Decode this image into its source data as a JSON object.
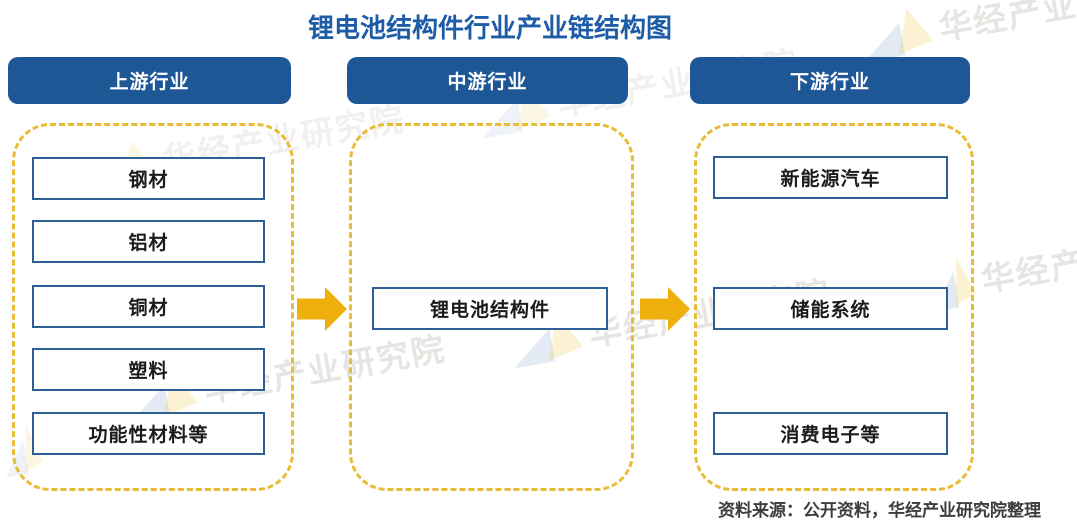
{
  "title": "锂电池结构件行业产业链结构图",
  "columns": {
    "upstream": {
      "header": "上游行业",
      "items": [
        "钢材",
        "铝材",
        "铜材",
        "塑料",
        "功能性材料等"
      ]
    },
    "midstream": {
      "header": "中游行业",
      "items": [
        "锂电池结构件"
      ]
    },
    "downstream": {
      "header": "下游行业",
      "items": [
        "新能源汽车",
        "储能系统",
        "消费电子等"
      ]
    }
  },
  "source_note": "资料来源：公开资料，华经产业研究院整理",
  "watermark": {
    "text": "华经产业研究院"
  },
  "colors": {
    "title_blue": "#1F5CA8",
    "header_blue": "#1E5796",
    "box_border_blue": "#2E5F94",
    "arrow_gold": "#EFAF0D",
    "dash_gold": "#E9BC35"
  }
}
